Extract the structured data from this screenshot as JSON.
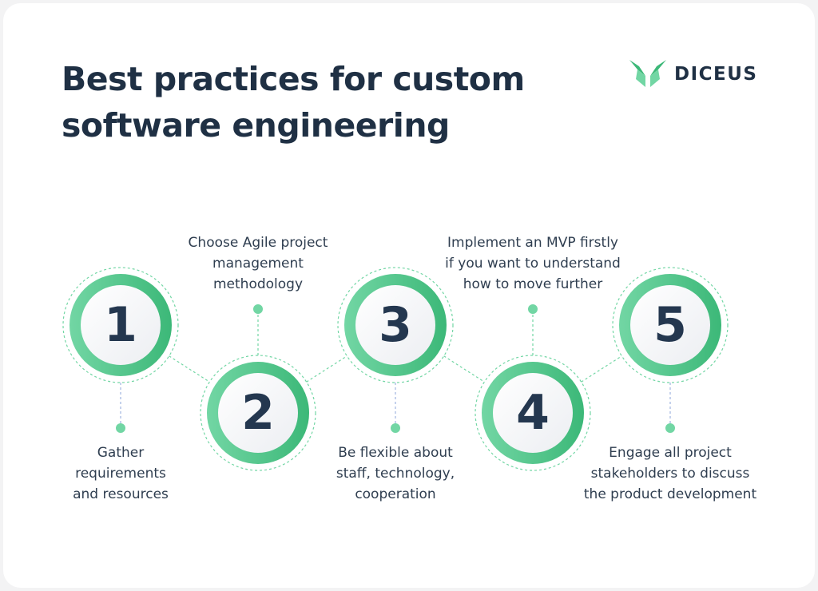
{
  "title": "Best practices for custom\nsoftware engineering",
  "logo": {
    "name": "DICEUS",
    "icon": "butterfly-logo-icon"
  },
  "colors": {
    "background": "#ffffff",
    "title": "#1f3044",
    "accent_green_light": "#72d6a4",
    "accent_green_dark": "#3cb878",
    "number": "#24374f",
    "text": "#2f3e50"
  },
  "steps": [
    {
      "number": "1",
      "text": "Gather\nrequirements\nand resources",
      "label_position": "below"
    },
    {
      "number": "2",
      "text": "Choose Agile project\nmanagement\nmethodology",
      "label_position": "above"
    },
    {
      "number": "3",
      "text": "Be flexible about\nstaff, technology,\ncooperation",
      "label_position": "below"
    },
    {
      "number": "4",
      "text": "Implement an MVP firstly\nif you want to understand\nhow to move further",
      "label_position": "above"
    },
    {
      "number": "5",
      "text": "Engage all project\nstakeholders to discuss\nthe product development",
      "label_position": "below"
    }
  ]
}
